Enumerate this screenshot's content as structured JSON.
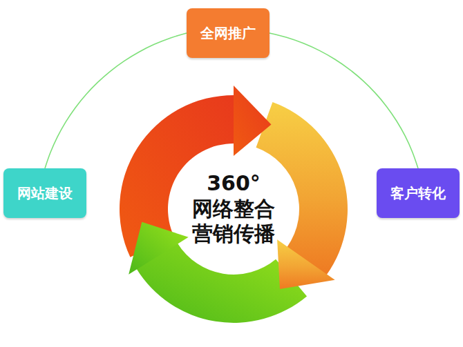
{
  "diagram": {
    "nodes": [
      {
        "text": [
          "全网推广"
        ]
      },
      {
        "text": [
          "网站建设"
        ]
      },
      {
        "text": [
          "客户转化"
        ]
      },
      {
        "text": [
          "360° 网络整合 营销传播"
        ]
      }
    ],
    "edges": [
      {
        "from": 1,
        "to": 0,
        "arrow": "none"
      },
      {
        "from": 0,
        "to": 2,
        "arrow": "none"
      }
    ]
  }
}
